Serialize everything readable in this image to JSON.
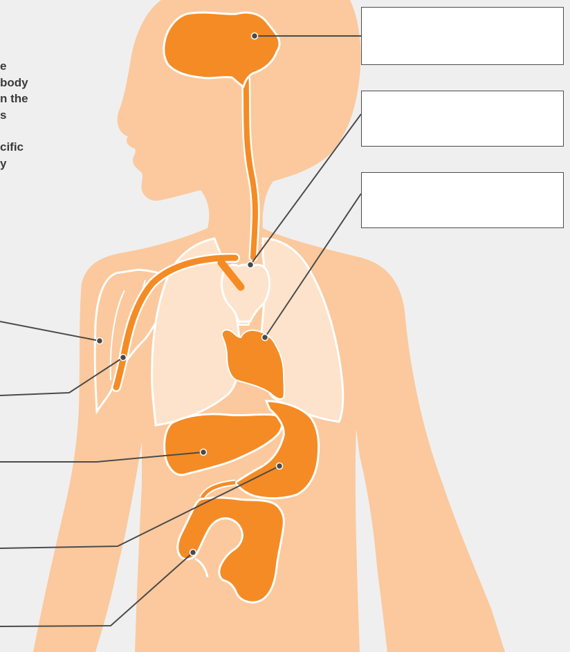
{
  "intro_lines": [
    {
      "text": "e"
    },
    {
      "text": "body"
    },
    {
      "text": "n the"
    },
    {
      "text": "s"
    },
    {
      "text": ""
    },
    {
      "text": "cific"
    },
    {
      "text": "y"
    }
  ],
  "label_boxes": [
    {
      "id": "label-box-brain",
      "text": ""
    },
    {
      "id": "label-box-thymus",
      "text": ""
    },
    {
      "id": "label-box-heart",
      "text": ""
    }
  ],
  "colors": {
    "background": "#efefef",
    "body_silhouette": "#fbc99d",
    "organ": "#f58b25",
    "lung_fill": "#fde3cb",
    "organ_outline": "#ffffff",
    "leader_line": "#4a4a4a"
  }
}
